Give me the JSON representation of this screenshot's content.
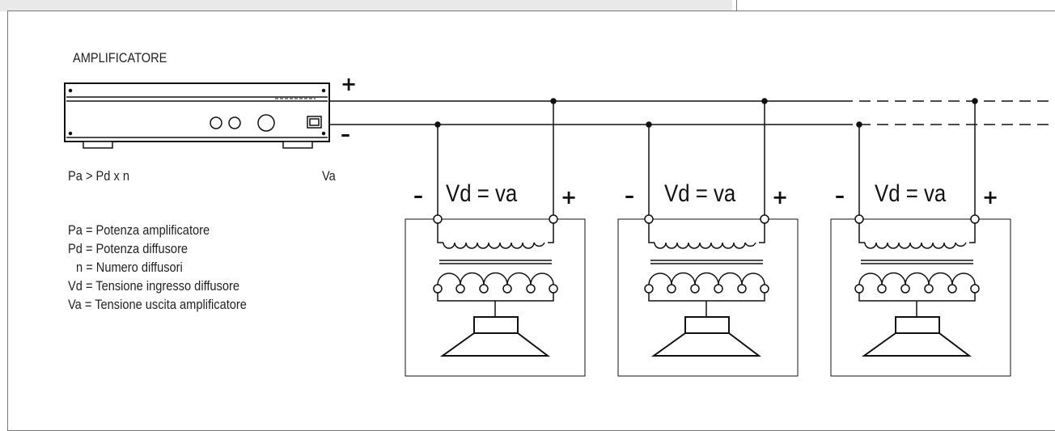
{
  "amplifier": {
    "title": "AMPLIFICATORE",
    "plus_sign": "+",
    "minus_sign": "–",
    "formula": "Pa > Pd x n",
    "output_voltage_label": "Va"
  },
  "legend": [
    "Pa = Potenza amplificatore",
    "Pd = Potenza diffusore",
    "n = Numero diffusori",
    "Vd = Tensione ingresso diffusore",
    "Va = Tensione uscita amplificatore"
  ],
  "speakers": [
    {
      "voltage_label": "Vd = va",
      "minus_sign": "–",
      "plus_sign": "+"
    },
    {
      "voltage_label": "Vd = va",
      "minus_sign": "–",
      "plus_sign": "+"
    },
    {
      "voltage_label": "Vd = va",
      "minus_sign": "–",
      "plus_sign": "+"
    }
  ],
  "colors": {
    "line": "#111111",
    "frame": "#7a7a7a",
    "top_bar": "#e9e9e9"
  }
}
